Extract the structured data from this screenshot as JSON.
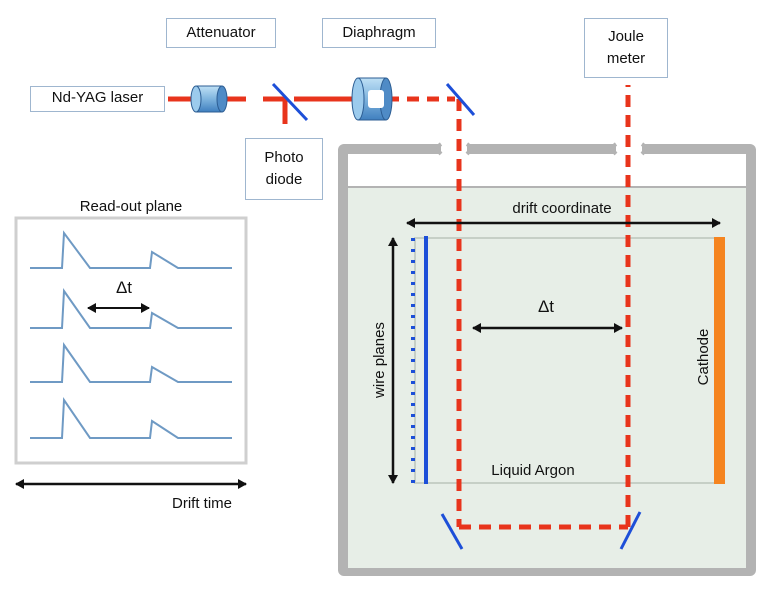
{
  "labels": {
    "laser": "Nd-YAG laser",
    "attenuator": "Attenuator",
    "diaphragm": "Diaphragm",
    "joule_line1": "Joule",
    "joule_line2": "meter",
    "photo_line1": "Photo",
    "photo_line2": "diode"
  },
  "readout": {
    "title": "Read-out plane",
    "delta": "Δt",
    "drift_time": "Drift time"
  },
  "chamber": {
    "drift_coordinate": "drift coordinate",
    "delta": "Δt",
    "wire_planes": "wire planes",
    "cathode": "Cathode",
    "medium": "Liquid Argon"
  },
  "colors": {
    "beam": "#e8341c",
    "mirror": "#1d4fd8",
    "cathode": "#f5841f",
    "wire": "#1d4fd8",
    "signal": "#6f9ac4",
    "vessel": "#b3b3b3",
    "argon": "#e7eee7",
    "label_border": "#9fb6cf"
  }
}
